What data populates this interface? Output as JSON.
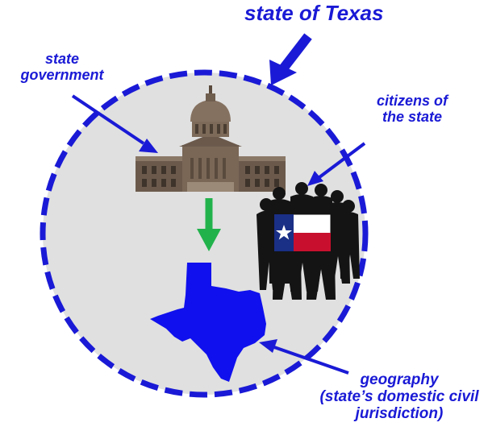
{
  "labels": {
    "title": "state of Texas",
    "government": "state\ngovernment",
    "citizens": "citizens of\nthe state",
    "geography": "geography\n(state’s domestic civil\njurisdiction)"
  },
  "colors": {
    "label_blue": "#1a1ad6",
    "circle_fill": "#e0e0e0",
    "down_arrow": "#22b24c",
    "texas_fill": "#1010ee",
    "flag_red": "#c8102e",
    "flag_blue": "#1a2f86"
  },
  "icons": {
    "government": "capitol-building-icon",
    "citizens": "silhouette-group-with-texas-flag-icon",
    "geography": "texas-map-shape-icon"
  }
}
